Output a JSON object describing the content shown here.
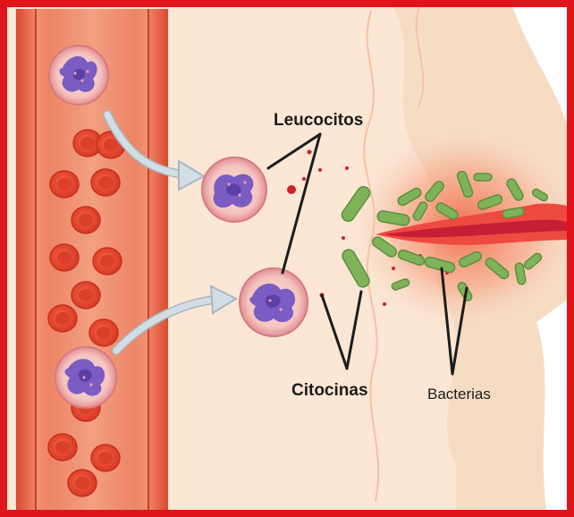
{
  "labels": {
    "leukocytes": "Leucocitos",
    "cytokines": "Citocinas",
    "bacteria": "Bacterias"
  },
  "colors": {
    "frame": "#e0141b",
    "vessel_outer": "#e25a3f",
    "vessel_inner": "#f08a6a",
    "vessel_lumen": "#d9502f",
    "tissue": "#fbe6d2",
    "tissue_dark": "#f6d4b6",
    "red_blood_cell": "#e7452f",
    "leukocyte_body": "#f4c9c4",
    "leukocyte_nucleus": "#7a5cc2",
    "bacteria": "#7fb35a",
    "wound": "#e3233a",
    "cytokine": "#d0202a",
    "arrow": "#c5d3dc"
  },
  "icons": {
    "leukocyte": "white-blood-cell-icon",
    "red_blood_cell": "red-blood-cell-icon",
    "bacterium": "bacterium-icon",
    "arrow": "migration-arrow-icon"
  }
}
